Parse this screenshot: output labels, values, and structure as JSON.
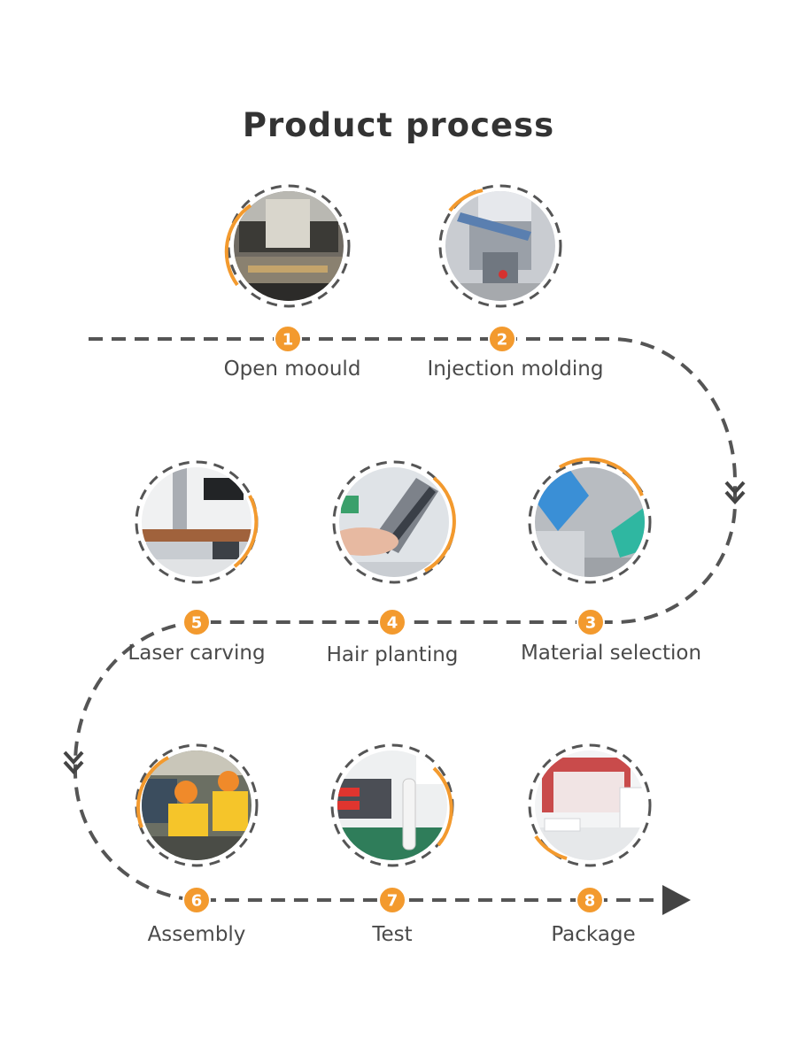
{
  "title": "Product process",
  "colors": {
    "accent": "#F39A2E",
    "dash": "#555555",
    "text": "#4a4a4a"
  },
  "steps": [
    {
      "number": "1",
      "label": "Open moould",
      "photo": "machine-mould-photo"
    },
    {
      "number": "2",
      "label": "Injection molding",
      "photo": "injection-machine-photo"
    },
    {
      "number": "3",
      "label": "Material selection",
      "photo": "bristle-material-photo"
    },
    {
      "number": "4",
      "label": "Hair planting",
      "photo": "hair-planting-photo"
    },
    {
      "number": "5",
      "label": "Laser carving",
      "photo": "laser-machine-photo"
    },
    {
      "number": "6",
      "label": "Assembly",
      "photo": "assembly-line-photo"
    },
    {
      "number": "7",
      "label": "Test",
      "photo": "test-device-photo"
    },
    {
      "number": "8",
      "label": "Package",
      "photo": "packaging-room-photo"
    }
  ]
}
